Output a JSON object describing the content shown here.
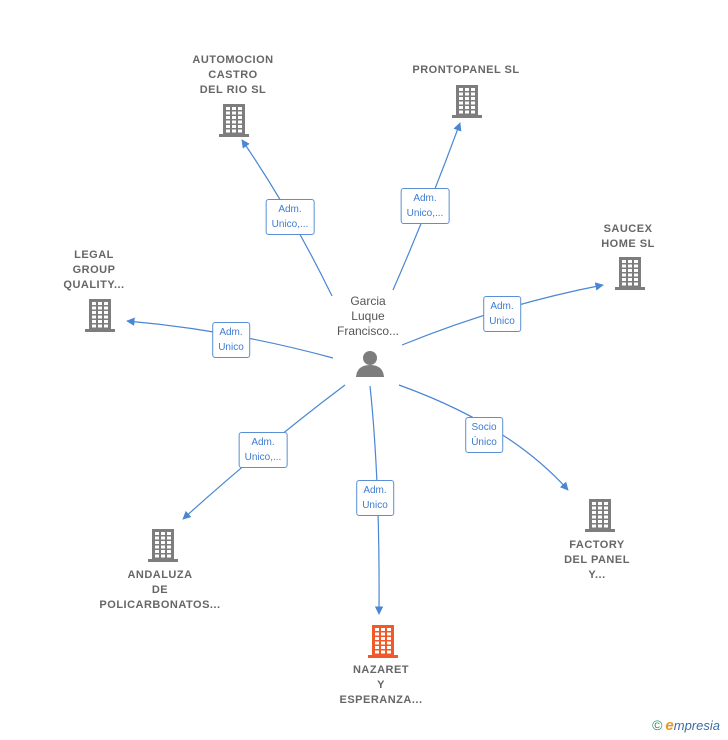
{
  "colors": {
    "edge": "#4a86d4",
    "company": "#7d7d7d",
    "company_highlight": "#f05a28",
    "person": "#7d7d7d"
  },
  "person": {
    "name_lines": [
      "Garcia",
      "Luque",
      "Francisco..."
    ],
    "icon": "person-icon"
  },
  "companies": [
    {
      "id": "automocion",
      "name_lines": [
        "AUTOMOCION",
        "CASTRO",
        "DEL RIO  SL"
      ],
      "icon": "building-icon",
      "highlight": false
    },
    {
      "id": "prontopanel",
      "name_lines": [
        "PRONTOPANEL SL"
      ],
      "icon": "building-icon",
      "highlight": false
    },
    {
      "id": "saucex",
      "name_lines": [
        "SAUCEX",
        "HOME SL"
      ],
      "icon": "building-icon",
      "highlight": false
    },
    {
      "id": "legal",
      "name_lines": [
        "LEGAL",
        "GROUP",
        "QUALITY..."
      ],
      "icon": "building-icon",
      "highlight": false
    },
    {
      "id": "factory",
      "name_lines": [
        "FACTORY",
        "DEL PANEL",
        "Y..."
      ],
      "icon": "building-icon",
      "highlight": false
    },
    {
      "id": "andaluza",
      "name_lines": [
        "ANDALUZA",
        "DE",
        "POLICARBONATOS..."
      ],
      "icon": "building-icon",
      "highlight": false
    },
    {
      "id": "nazaret",
      "name_lines": [
        "NAZARET",
        "Y",
        "ESPERANZA..."
      ],
      "icon": "building-icon",
      "highlight": true
    }
  ],
  "edges": [
    {
      "to": "automocion",
      "label_lines": [
        "Adm.",
        "Unico,..."
      ]
    },
    {
      "to": "prontopanel",
      "label_lines": [
        "Adm.",
        "Unico,..."
      ]
    },
    {
      "to": "saucex",
      "label_lines": [
        "Adm.",
        "Unico"
      ]
    },
    {
      "to": "legal",
      "label_lines": [
        "Adm.",
        "Unico"
      ]
    },
    {
      "to": "factory",
      "label_lines": [
        "Socio",
        "Único"
      ]
    },
    {
      "to": "andaluza",
      "label_lines": [
        "Adm.",
        "Unico,..."
      ]
    },
    {
      "to": "nazaret",
      "label_lines": [
        "Adm.",
        "Unico"
      ]
    }
  ],
  "footer": {
    "copyright_symbol": "©",
    "brand_initial": "e",
    "brand_rest": "mpresia"
  }
}
